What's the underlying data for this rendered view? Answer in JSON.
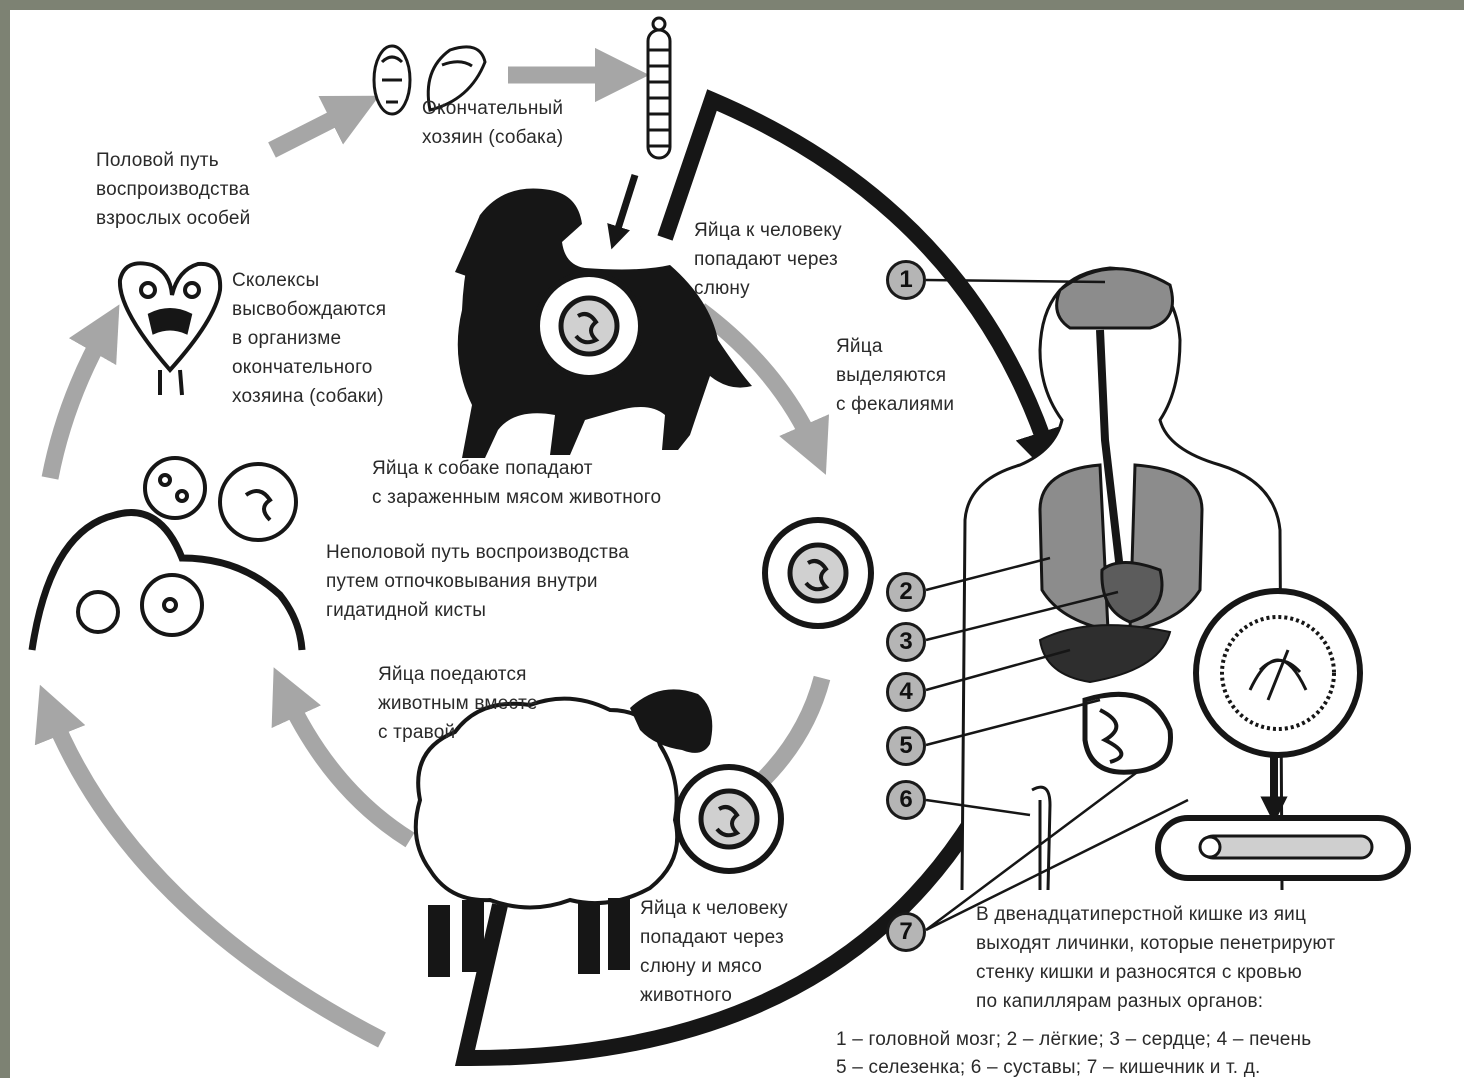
{
  "labels": {
    "definitive_host": "Окончательный\nхозяин (собака)",
    "sexual_path": "Половой путь\nвоспроизводства\nвзрослых особей",
    "scolex_release": "Сколексы\nвысвобождаются\nв организме\nокончательного\nхозяина (собаки)",
    "eggs_saliva_human": "Яйца к человеку\nпопадают через\nслюну",
    "eggs_feces": "Яйца\nвыделяются\nс фекалиями",
    "eggs_meat_dog": "Яйца к собаке попадают\nс зараженным мясом животного",
    "asexual_path": "Неполовой путь воспроизводства\nпутем отпочковывания внутри\nгидатидной кисты",
    "eggs_grass": "Яйца поедаются\nживотным вместе\nс травой",
    "eggs_saliva_meat": "Яйца к человеку\nпопадают через\nслюну и мясо\nживотного",
    "duodenum": "В двенадцатиперстной кишке из яиц\nвыходят личинки, которые пенетрируют\nстенку кишки и разносятся с кровью\nпо капиллярам разных органов:",
    "legend_line1": "1 – головной мозг; 2 – лёгкие; 3 – сердце; 4 – печень",
    "legend_line2": "5 – селезенка; 6 – суставы; 7 – кишечник и т. д."
  },
  "organ_numbers": [
    "1",
    "2",
    "3",
    "4",
    "5",
    "6",
    "7"
  ],
  "colors": {
    "arrow_gray": "#a6a6a6",
    "ink": "#161616",
    "organ_gray": "#8c8c8c",
    "border": "#7d8273"
  }
}
